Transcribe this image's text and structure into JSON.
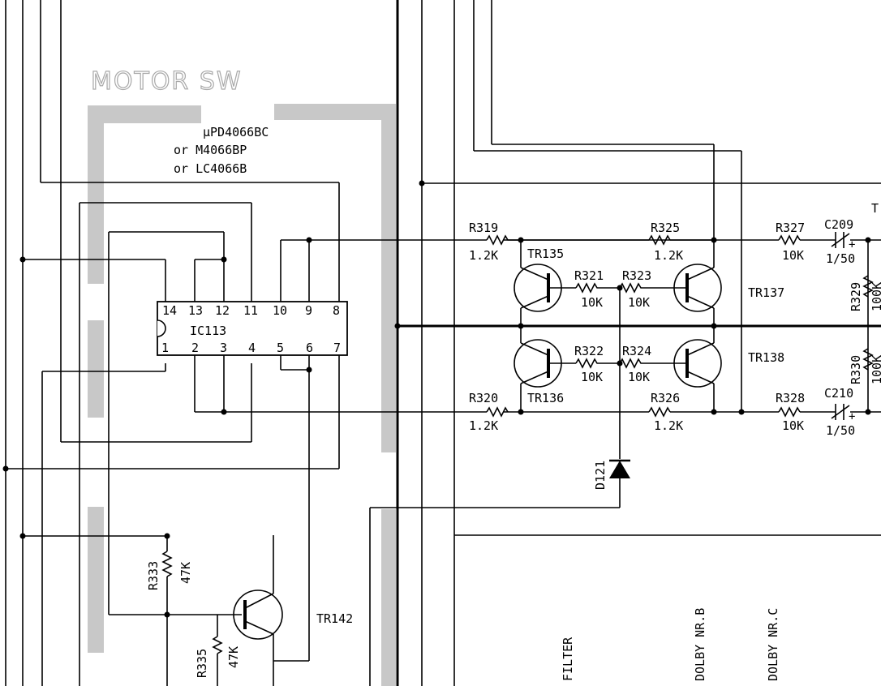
{
  "section_label": "MOTOR SW",
  "ic": {
    "part_lines": [
      "μPD4066BC",
      "or M4066BP",
      "or LC4066B"
    ],
    "designator": "IC113",
    "top_pins": [
      "14",
      "13",
      "12",
      "11",
      "10",
      "9",
      "8"
    ],
    "bottom_pins": [
      "1",
      "2",
      "3",
      "4",
      "5",
      "6",
      "7"
    ]
  },
  "resistors": {
    "r319": {
      "ref": "R319",
      "value": "1.2K"
    },
    "r320": {
      "ref": "R320",
      "value": "1.2K"
    },
    "r321": {
      "ref": "R321",
      "value": "10K"
    },
    "r322": {
      "ref": "R322",
      "value": "10K"
    },
    "r323": {
      "ref": "R323",
      "value": "10K"
    },
    "r324": {
      "ref": "R324",
      "value": "10K"
    },
    "r325": {
      "ref": "R325",
      "value": "1.2K"
    },
    "r326": {
      "ref": "R326",
      "value": "1.2K"
    },
    "r327": {
      "ref": "R327",
      "value": "10K"
    },
    "r328": {
      "ref": "R328",
      "value": "10K"
    },
    "r329": {
      "ref": "R329",
      "value": "100K"
    },
    "r330": {
      "ref": "R330",
      "value": "100K"
    },
    "r333": {
      "ref": "R333",
      "value": "47K"
    },
    "r335": {
      "ref": "R335",
      "value": "47K"
    }
  },
  "capacitors": {
    "c209": {
      "ref": "C209",
      "value": "1/50"
    },
    "c210": {
      "ref": "C210",
      "value": "1/50"
    }
  },
  "transistors": {
    "tr135": "TR135",
    "tr136": "TR136",
    "tr137": "TR137",
    "tr138": "TR138",
    "tr142": "TR142"
  },
  "diode": "D121",
  "edge_label": "T",
  "bottom_labels": {
    "filter": "FILTER",
    "dolby_b": "DOLBY NR.B",
    "dolby_c": "DOLBY NR.C"
  }
}
